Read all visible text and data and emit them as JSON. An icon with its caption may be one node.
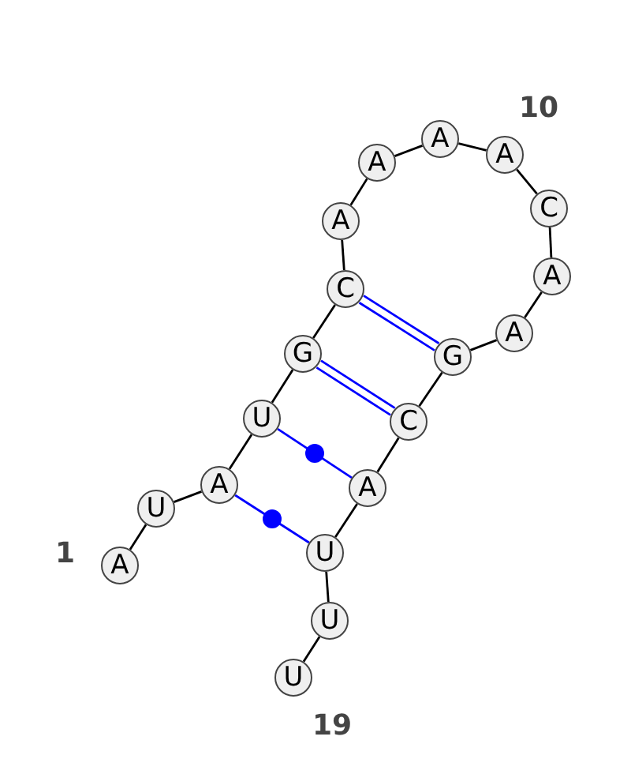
{
  "diagram": {
    "nodes": [
      {
        "text": [
          "A"
        ]
      },
      {
        "text": [
          "U"
        ]
      },
      {
        "text": [
          "A"
        ]
      },
      {
        "text": [
          "U"
        ]
      },
      {
        "text": [
          "G"
        ]
      },
      {
        "text": [
          "C"
        ]
      },
      {
        "text": [
          "A"
        ]
      },
      {
        "text": [
          "A"
        ]
      },
      {
        "text": [
          "A"
        ]
      },
      {
        "text": [
          "A"
        ]
      },
      {
        "text": [
          "C"
        ]
      },
      {
        "text": [
          "A"
        ]
      },
      {
        "text": [
          "A"
        ]
      },
      {
        "text": [
          "G"
        ]
      },
      {
        "text": [
          "C"
        ]
      },
      {
        "text": [
          "A"
        ]
      },
      {
        "text": [
          "U"
        ]
      },
      {
        "text": [
          "U"
        ]
      },
      {
        "text": [
          "U"
        ]
      }
    ],
    "edges": [
      {
        "from": 0,
        "to": 1,
        "arrow": "none"
      },
      {
        "from": 1,
        "to": 2,
        "arrow": "none"
      },
      {
        "from": 2,
        "to": 3,
        "arrow": "none"
      },
      {
        "from": 3,
        "to": 4,
        "arrow": "none"
      },
      {
        "from": 4,
        "to": 5,
        "arrow": "none"
      },
      {
        "from": 5,
        "to": 6,
        "arrow": "none"
      },
      {
        "from": 6,
        "to": 7,
        "arrow": "none"
      },
      {
        "from": 7,
        "to": 8,
        "arrow": "none"
      },
      {
        "from": 8,
        "to": 9,
        "arrow": "none"
      },
      {
        "from": 9,
        "to": 10,
        "arrow": "none"
      },
      {
        "from": 10,
        "to": 11,
        "arrow": "none"
      },
      {
        "from": 11,
        "to": 12,
        "arrow": "none"
      },
      {
        "from": 12,
        "to": 13,
        "arrow": "none"
      },
      {
        "from": 13,
        "to": 14,
        "arrow": "none"
      },
      {
        "from": 14,
        "to": 15,
        "arrow": "none"
      },
      {
        "from": 15,
        "to": 16,
        "arrow": "none"
      },
      {
        "from": 16,
        "to": 17,
        "arrow": "none"
      },
      {
        "from": 17,
        "to": 18,
        "arrow": "none"
      },
      {
        "from": 5,
        "to": 13,
        "arrow": "none",
        "color": "#0000ff"
      },
      {
        "from": 4,
        "to": 14,
        "arrow": "none",
        "color": "#0000ff"
      },
      {
        "from": 3,
        "to": 15,
        "arrow": "none",
        "color": "#0000ff"
      },
      {
        "from": 2,
        "to": 16,
        "arrow": "none",
        "color": "#0000ff"
      }
    ],
    "labels": [
      "10",
      "1",
      "19"
    ]
  }
}
